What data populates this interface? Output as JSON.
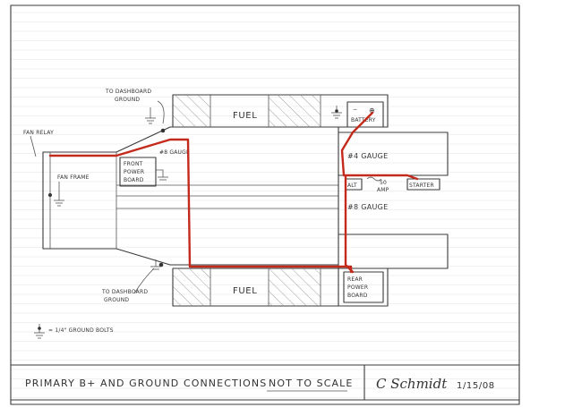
{
  "diagram": {
    "labels": {
      "to_dashboard_ground_top_1": "TO DASHBOARD",
      "to_dashboard_ground_top_2": "GROUND",
      "to_dashboard_ground_bottom_1": "TO DASHBOARD",
      "to_dashboard_ground_bottom_2": "GROUND",
      "fan_relay": "FAN RELAY",
      "fan_frame": "FAN FRAME",
      "front_power_board_1": "FRONT",
      "front_power_board_2": "POWER",
      "front_power_board_3": "BOARD",
      "gauge_8_front": "#8 GAUGE",
      "fuel_top": "FUEL",
      "fuel_bottom": "FUEL",
      "battery": "BATTERY",
      "battery_minus": "−",
      "battery_plus": "⊕",
      "gauge_4": "#4 GAUGE",
      "alt": "ALT",
      "amp_50_1": "50",
      "amp_50_2": "AMP",
      "starter": "STARTER",
      "gauge_8_rear": "#8 GAUGE",
      "rear_power_board_1": "REAR",
      "rear_power_board_2": "POWER",
      "rear_power_board_3": "BOARD",
      "legend": "= 1/4\" GROUND BOLTS"
    },
    "title_block": {
      "title": "PRIMARY B+  AND GROUND CONNECTIONS",
      "note": "NOT TO SCALE",
      "signature": "C Schmidt",
      "date": "1/15/08"
    },
    "colors": {
      "pencil": "#3a3a3a",
      "wire": "#c42a1c",
      "grid": "#e3e3e3"
    }
  }
}
